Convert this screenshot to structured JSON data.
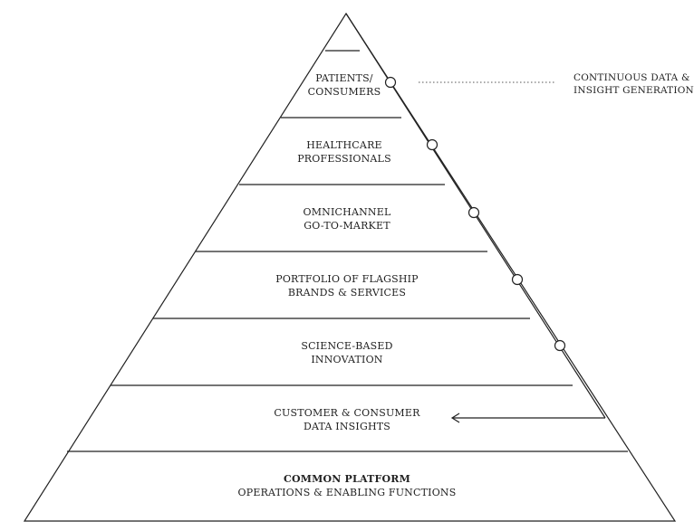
{
  "pyramid": {
    "tiers": [
      {
        "line1": "PATIENTS/",
        "line2": "CONSUMERS"
      },
      {
        "line1": "HEALTHCARE",
        "line2": "PROFESSIONALS"
      },
      {
        "line1": "OMNICHANNEL",
        "line2": "GO-TO-MARKET"
      },
      {
        "line1": "PORTFOLIO OF FLAGSHIP",
        "line2": "BRANDS & SERVICES"
      },
      {
        "line1": "SCIENCE-BASED",
        "line2": "INNOVATION"
      },
      {
        "line1": "CUSTOMER & CONSUMER",
        "line2": "DATA INSIGHTS"
      }
    ],
    "base": {
      "title": "COMMON PLATFORM",
      "subtitle": "OPERATIONS & ENABLING FUNCTIONS"
    }
  },
  "side_note": {
    "line1": "CONTINUOUS DATA &",
    "line2": "INSIGHT GENERATION"
  },
  "colors": {
    "stroke": "#222222",
    "text": "#222222",
    "background": "#ffffff"
  }
}
